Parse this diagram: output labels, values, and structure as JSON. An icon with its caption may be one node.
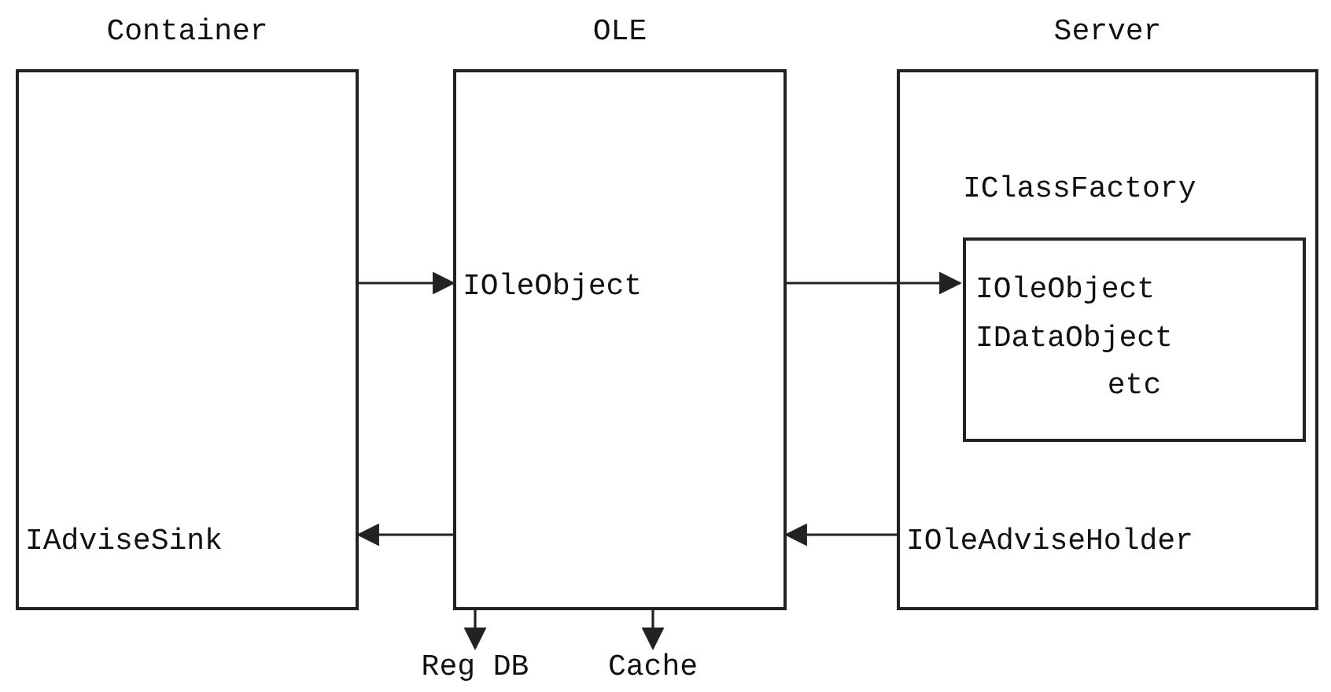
{
  "diagram": {
    "nodes": [
      {
        "text": [
          "Container",
          "IAdviseSink"
        ]
      },
      {
        "text": [
          "OLE",
          "IOleObject"
        ]
      },
      {
        "text": [
          "Server",
          "IClassFactory",
          "IOleAdviseHolder"
        ]
      },
      {
        "text": [
          "IOleObject",
          "IDataObject",
          "etc"
        ],
        "in": 2
      },
      {
        "text": [
          "Reg DB"
        ]
      },
      {
        "text": [
          "Cache"
        ]
      }
    ],
    "edges": [
      {
        "from": 0,
        "to": 1,
        "arrow": "to"
      },
      {
        "from": 1,
        "to": 3,
        "arrow": "to"
      },
      {
        "from": 2,
        "to": 1,
        "arrow": "to"
      },
      {
        "from": 1,
        "to": 0,
        "arrow": "to"
      },
      {
        "from": 1,
        "to": 4,
        "arrow": "to"
      },
      {
        "from": 1,
        "to": 5,
        "arrow": "to"
      }
    ]
  }
}
